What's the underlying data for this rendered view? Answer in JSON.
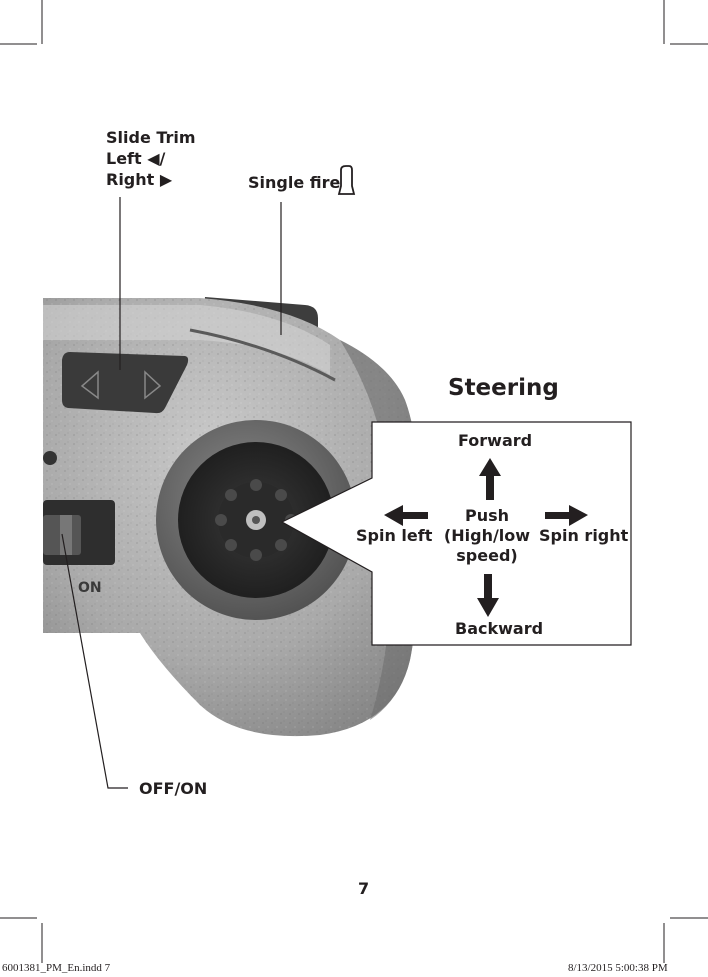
{
  "labels": {
    "slide_trim_line1": "Slide Trim",
    "slide_trim_line2": "Left ◀/",
    "slide_trim_line3": "Right ▶",
    "single_fire": "Single fire",
    "off_on": "OFF/ON",
    "switch_on": "ON"
  },
  "steering": {
    "title": "Steering",
    "forward": "Forward",
    "backward": "Backward",
    "spin_left": "Spin left",
    "spin_right": "Spin right",
    "push_line1": "Push",
    "push_line2": "(High/low",
    "push_line3": "speed)"
  },
  "page": {
    "number": "7",
    "footer_left": "6001381_PM_En.indd   7",
    "footer_right": "8/13/2015   5:00:38 PM"
  },
  "icons": {
    "trigger": "trigger-icon",
    "arrow_up": "arrow-up-icon",
    "arrow_down": "arrow-down-icon",
    "arrow_left": "arrow-left-icon",
    "arrow_right": "arrow-right-icon"
  }
}
